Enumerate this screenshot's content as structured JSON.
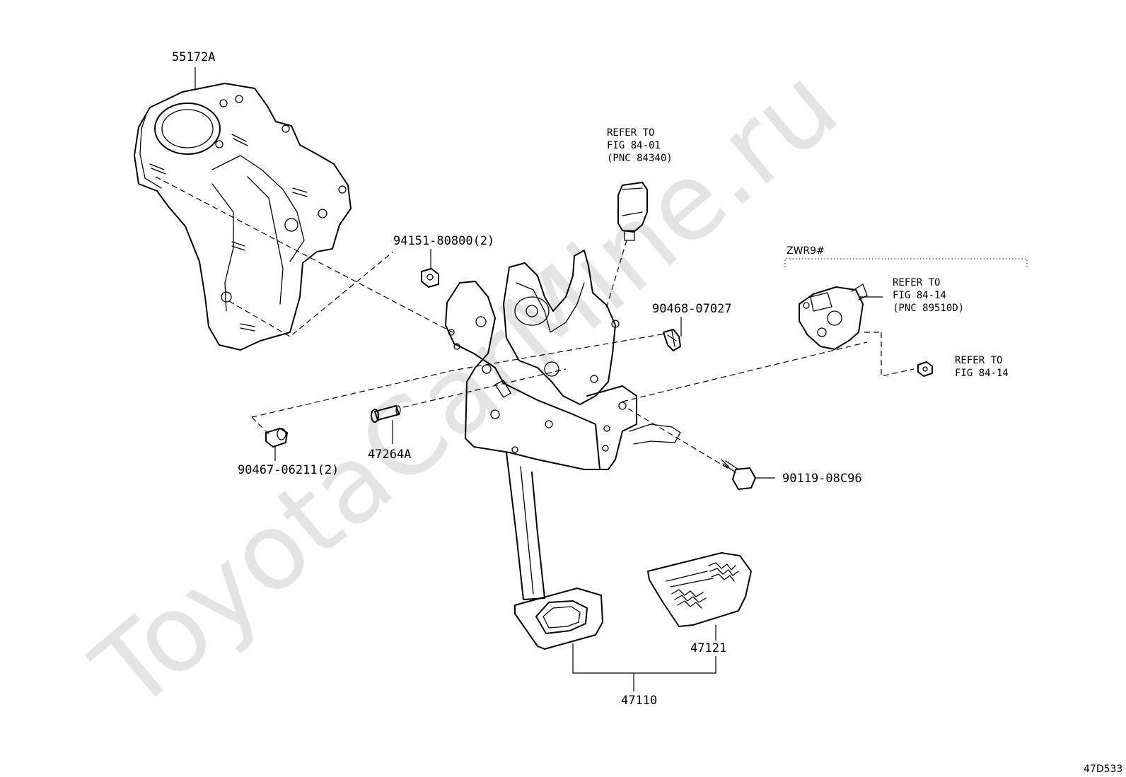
{
  "watermark": "ToyotaCarMine.ru",
  "figure_code": "47D533",
  "labels": {
    "bracket": "55172A",
    "nut": "94151-80800(2)",
    "switch_refer_1": "REFER TO",
    "switch_refer_2": "FIG 84-01",
    "switch_refer_3": "(PNC 84340)",
    "clip": "90468-07027",
    "variant": "ZWR9#",
    "sensor_refer_1": "REFER TO",
    "sensor_refer_2": "FIG 84-14",
    "sensor_refer_3": "(PNC 89510D)",
    "nut_refer_1": "REFER TO",
    "nut_refer_2": "FIG 84-14",
    "cushion": "90467-06211(2)",
    "pin": "47264A",
    "bolt": "90119-08C96",
    "pedal_pad": "47121",
    "pedal_assy": "47110"
  }
}
